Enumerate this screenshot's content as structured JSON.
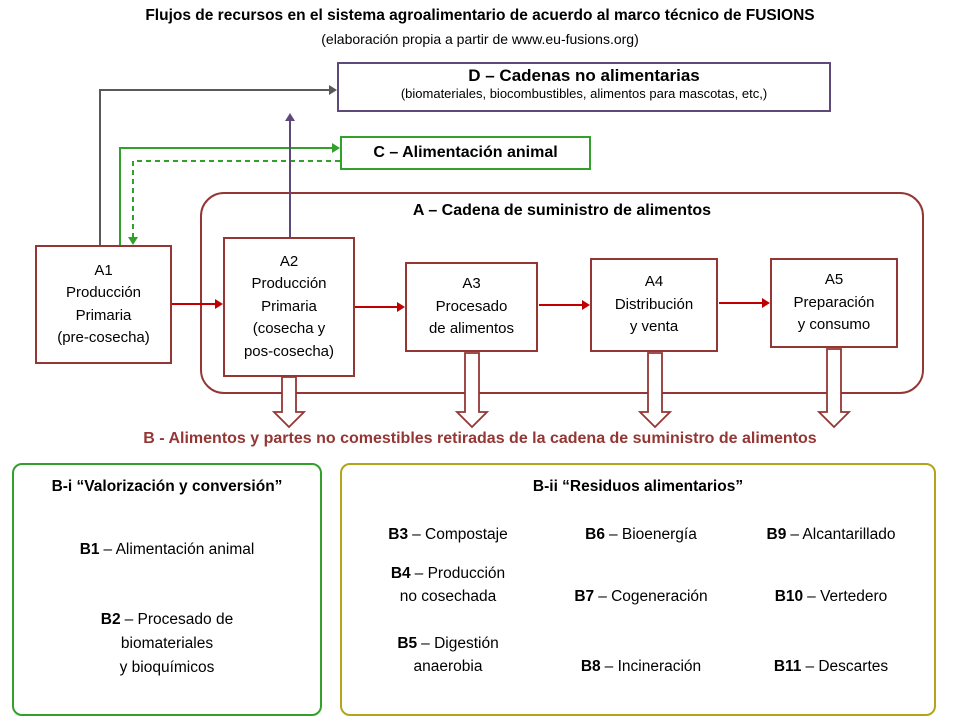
{
  "title": "Flujos de recursos en el sistema agroalimentario de acuerdo al marco técnico de FUSIONS",
  "subtitle": "(elaboración propia a partir de www.eu-fusions.org)",
  "colors": {
    "dark_red": "#943634",
    "red": "#C00000",
    "purple": "#5F497A",
    "green": "#33A02C",
    "olive": "#B2A51C",
    "gray": "#595959"
  },
  "d_box": {
    "title": "D – Cadenas no alimentarias",
    "subtitle": "(biomateriales, biocombustibles, alimentos para mascotas, etc,)"
  },
  "c_box": {
    "title": "C – Alimentación animal"
  },
  "a_chain": {
    "title": "A – Cadena de suministro de alimentos",
    "stages": [
      {
        "id": "A1",
        "text": "Producción\nPrimaria\n(pre-cosecha)"
      },
      {
        "id": "A2",
        "text": "Producción\nPrimaria\n(cosecha y\npos-cosecha)"
      },
      {
        "id": "A3",
        "text": "Procesado\nde alimentos"
      },
      {
        "id": "A4",
        "text": "Distribución\ny venta"
      },
      {
        "id": "A5",
        "text": "Preparación\ny consumo"
      }
    ]
  },
  "b_title": "B - Alimentos y partes no comestibles retiradas de la cadena de suministro de alimentos",
  "bi_box": {
    "title": "B-i “Valorización y conversión”",
    "items": [
      {
        "id": "B1",
        "label": "– Alimentación animal"
      },
      {
        "id": "B2",
        "label": "– Procesado de\nbiomateriales\ny bioquímicos"
      }
    ]
  },
  "bii_box": {
    "title": "B-ii “Residuos alimentarios”",
    "items": [
      {
        "id": "B3",
        "label": "– Compostaje"
      },
      {
        "id": "B6",
        "label": "– Bioenergía"
      },
      {
        "id": "B9",
        "label": "– Alcantarillado"
      },
      {
        "id": "B4",
        "label": "– Producción\nno cosechada"
      },
      {
        "id": "B7",
        "label": "– Cogeneración"
      },
      {
        "id": "B10",
        "label": "– Vertedero"
      },
      {
        "id": "B5",
        "label": "– Digestión\nanaerobia"
      },
      {
        "id": "B8",
        "label": "– Incineración"
      },
      {
        "id": "B11",
        "label": "– Descartes"
      }
    ]
  }
}
